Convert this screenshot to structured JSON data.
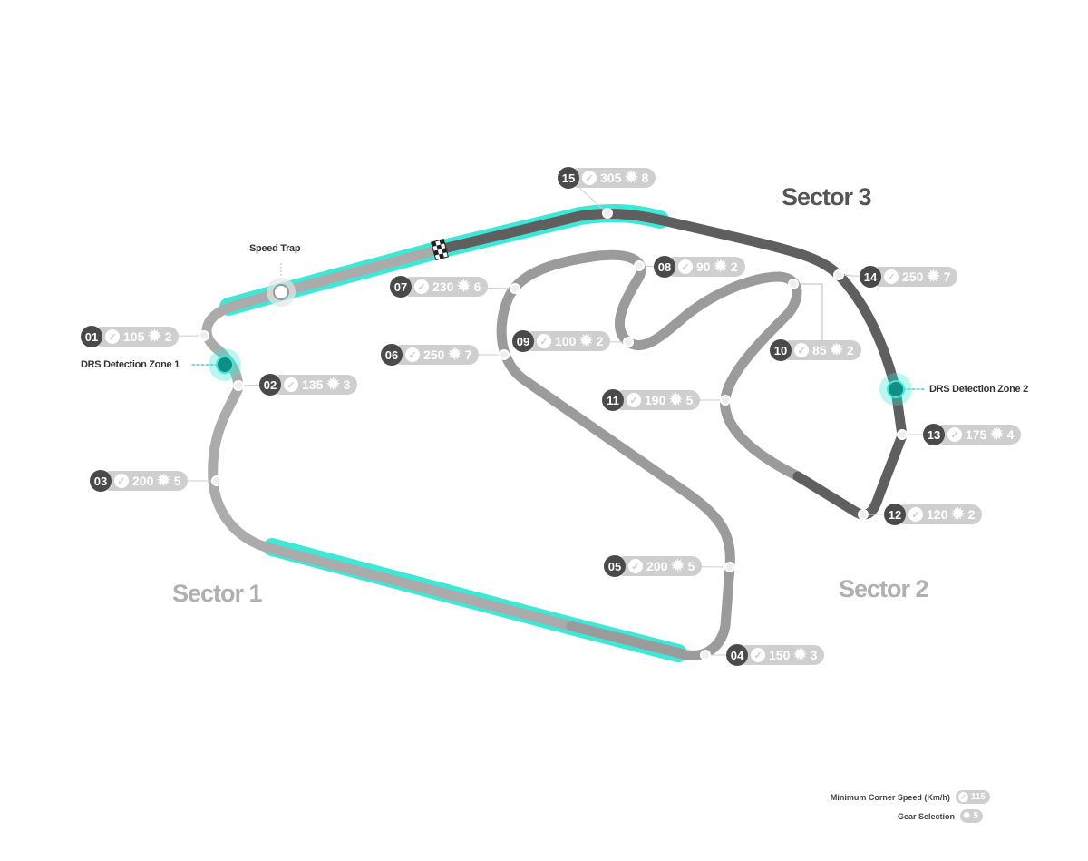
{
  "sectors": {
    "s1": "Sector 1",
    "s2": "Sector 2",
    "s3": "Sector 3"
  },
  "labels": {
    "speed_trap": "Speed Trap",
    "drs1": "DRS Detection Zone 1",
    "drs2": "DRS Detection Zone 2"
  },
  "colors": {
    "drs": "#3de8d6",
    "sector1": "#ababab",
    "sector2": "#9b9b9b",
    "sector3": "#5f5f5f",
    "badge_num": "#4a4a4a",
    "badge_pill": "#cfcfcf"
  },
  "corners": [
    {
      "num": "01",
      "speed": "105",
      "gear": "2"
    },
    {
      "num": "02",
      "speed": "135",
      "gear": "3"
    },
    {
      "num": "03",
      "speed": "200",
      "gear": "5"
    },
    {
      "num": "04",
      "speed": "150",
      "gear": "3"
    },
    {
      "num": "05",
      "speed": "200",
      "gear": "5"
    },
    {
      "num": "06",
      "speed": "250",
      "gear": "7"
    },
    {
      "num": "07",
      "speed": "230",
      "gear": "6"
    },
    {
      "num": "08",
      "speed": "90",
      "gear": "2"
    },
    {
      "num": "09",
      "speed": "100",
      "gear": "2"
    },
    {
      "num": "10",
      "speed": "85",
      "gear": "2"
    },
    {
      "num": "11",
      "speed": "190",
      "gear": "5"
    },
    {
      "num": "12",
      "speed": "120",
      "gear": "2"
    },
    {
      "num": "13",
      "speed": "175",
      "gear": "4"
    },
    {
      "num": "14",
      "speed": "250",
      "gear": "7"
    },
    {
      "num": "15",
      "speed": "305",
      "gear": "8"
    }
  ],
  "legend": {
    "speed_label": "Minimum Corner Speed (Km/h)",
    "speed_example": "115",
    "gear_label": "Gear Selection",
    "gear_example": "5"
  }
}
